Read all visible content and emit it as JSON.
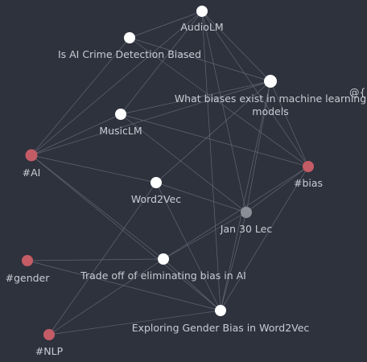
{
  "graph": {
    "nodes": [
      {
        "id": "audiolm",
        "label": "AudioLM",
        "kind": "note",
        "color": "#ffffff"
      },
      {
        "id": "crime",
        "label": "Is AI Crime Detection Biased",
        "kind": "note",
        "color": "#ffffff"
      },
      {
        "id": "biases",
        "label": "What biases exist in machine learning models",
        "label_lines": [
          "What biases exist in machine learning",
          "models"
        ],
        "kind": "note",
        "color": "#ffffff"
      },
      {
        "id": "musiclm",
        "label": "MusicLM",
        "kind": "note",
        "color": "#ffffff"
      },
      {
        "id": "ai",
        "label": "#AI",
        "kind": "tag",
        "color": "#c45c66"
      },
      {
        "id": "bias",
        "label": "#bias",
        "kind": "tag",
        "color": "#c45c66"
      },
      {
        "id": "word2vec",
        "label": "Word2Vec",
        "kind": "note",
        "color": "#ffffff"
      },
      {
        "id": "jan30",
        "label": "Jan 30 Lec",
        "kind": "unresolved",
        "color": "#8a8e96"
      },
      {
        "id": "gender",
        "label": "#gender",
        "kind": "tag",
        "color": "#c45c66"
      },
      {
        "id": "tradeoff",
        "label": "Trade off of eliminating bias in AI",
        "kind": "note",
        "color": "#ffffff"
      },
      {
        "id": "exploring",
        "label": "Exploring Gender Bias in Word2Vec",
        "kind": "note",
        "color": "#ffffff"
      },
      {
        "id": "nlp",
        "label": "#NLP",
        "kind": "tag",
        "color": "#c45c66"
      }
    ],
    "edges": [
      [
        "audiolm",
        "ai"
      ],
      [
        "audiolm",
        "crime"
      ],
      [
        "audiolm",
        "biases"
      ],
      [
        "audiolm",
        "musiclm"
      ],
      [
        "audiolm",
        "bias"
      ],
      [
        "audiolm",
        "jan30"
      ],
      [
        "audiolm",
        "exploring"
      ],
      [
        "crime",
        "ai"
      ],
      [
        "crime",
        "biases"
      ],
      [
        "crime",
        "bias"
      ],
      [
        "biases",
        "ai"
      ],
      [
        "biases",
        "musiclm"
      ],
      [
        "biases",
        "bias"
      ],
      [
        "biases",
        "jan30"
      ],
      [
        "biases",
        "word2vec"
      ],
      [
        "biases",
        "exploring"
      ],
      [
        "musiclm",
        "ai"
      ],
      [
        "musiclm",
        "bias"
      ],
      [
        "musiclm",
        "jan30"
      ],
      [
        "ai",
        "word2vec"
      ],
      [
        "ai",
        "tradeoff"
      ],
      [
        "ai",
        "exploring"
      ],
      [
        "word2vec",
        "nlp"
      ],
      [
        "word2vec",
        "exploring"
      ],
      [
        "word2vec",
        "jan30"
      ],
      [
        "bias",
        "jan30"
      ],
      [
        "bias",
        "tradeoff"
      ],
      [
        "bias",
        "exploring"
      ],
      [
        "jan30",
        "tradeoff"
      ],
      [
        "jan30",
        "exploring"
      ],
      [
        "gender",
        "tradeoff"
      ],
      [
        "gender",
        "exploring"
      ],
      [
        "tradeoff",
        "nlp"
      ],
      [
        "tradeoff",
        "exploring"
      ],
      [
        "exploring",
        "nlp"
      ]
    ],
    "clipped_label": "@{{"
  }
}
